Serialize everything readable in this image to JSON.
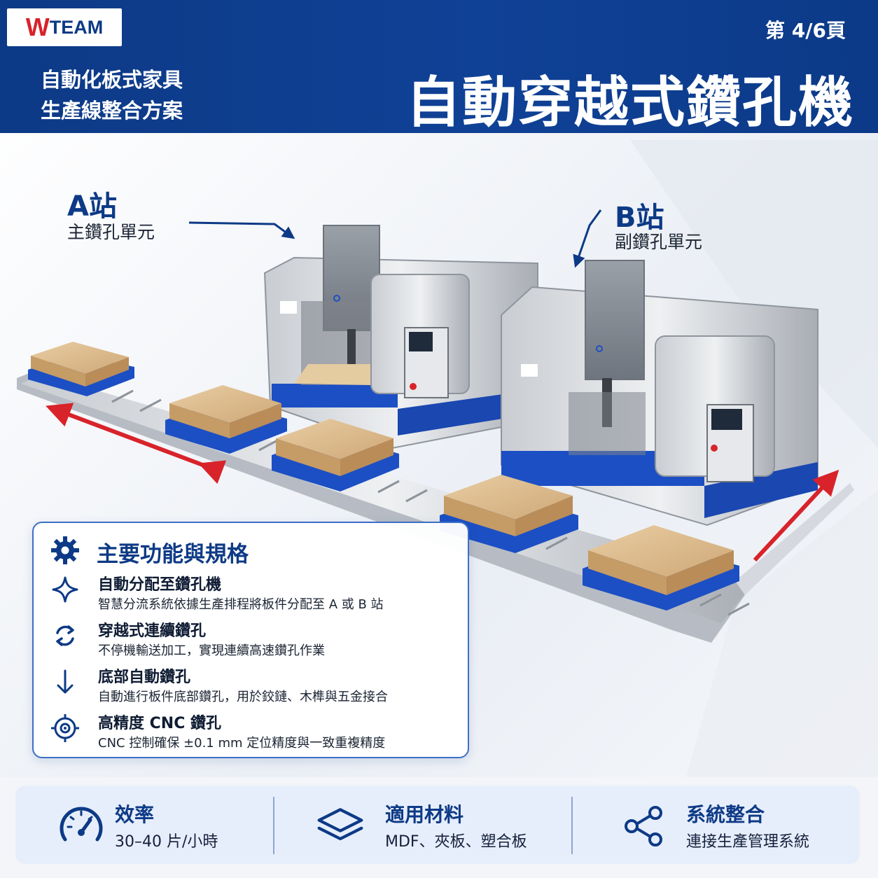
{
  "header": {
    "logo_w": "W",
    "logo_team": "TEAM",
    "page_indicator": "第 4/6頁",
    "subtitle_line1": "自動化板式家具",
    "subtitle_line2": "生產線整合方案",
    "title": "自動穿越式鑽孔機"
  },
  "stations": {
    "a": {
      "title": "A站",
      "desc": "主鑽孔單元"
    },
    "b": {
      "title": "B站",
      "desc": "副鑽孔單元"
    }
  },
  "features": {
    "title": "主要功能與規格",
    "items": [
      {
        "icon": "sparkle-icon",
        "title": "自動分配至鑽孔機",
        "desc": "智慧分流系統依據生產排程將板件分配至 A 或 B 站"
      },
      {
        "icon": "refresh-icon",
        "title": "穿越式連續鑽孔",
        "desc": "不停機輸送加工，實現連續高速鑽孔作業"
      },
      {
        "icon": "arrow-down-icon",
        "title": "底部自動鑽孔",
        "desc": "自動進行板件底部鑽孔，用於鉸鏈、木榫與五金接合"
      },
      {
        "icon": "target-icon",
        "title": "高精度 CNC 鑽孔",
        "desc": "CNC 控制確保 ±0.1 mm 定位精度與一致重複精度"
      }
    ]
  },
  "stats": [
    {
      "icon": "speedometer-icon",
      "title": "效率",
      "value": "30–40 片/小時"
    },
    {
      "icon": "layers-icon",
      "title": "適用材料",
      "value": "MDF、夾板、塑合板"
    },
    {
      "icon": "share-icon",
      "title": "系統整合",
      "value": "連接生產管理系統"
    }
  ],
  "colors": {
    "brand_blue": "#0d3a86",
    "accent_red": "#d8232a",
    "pallet_blue": "#1c4fc4",
    "wood": "#d9b98a"
  }
}
